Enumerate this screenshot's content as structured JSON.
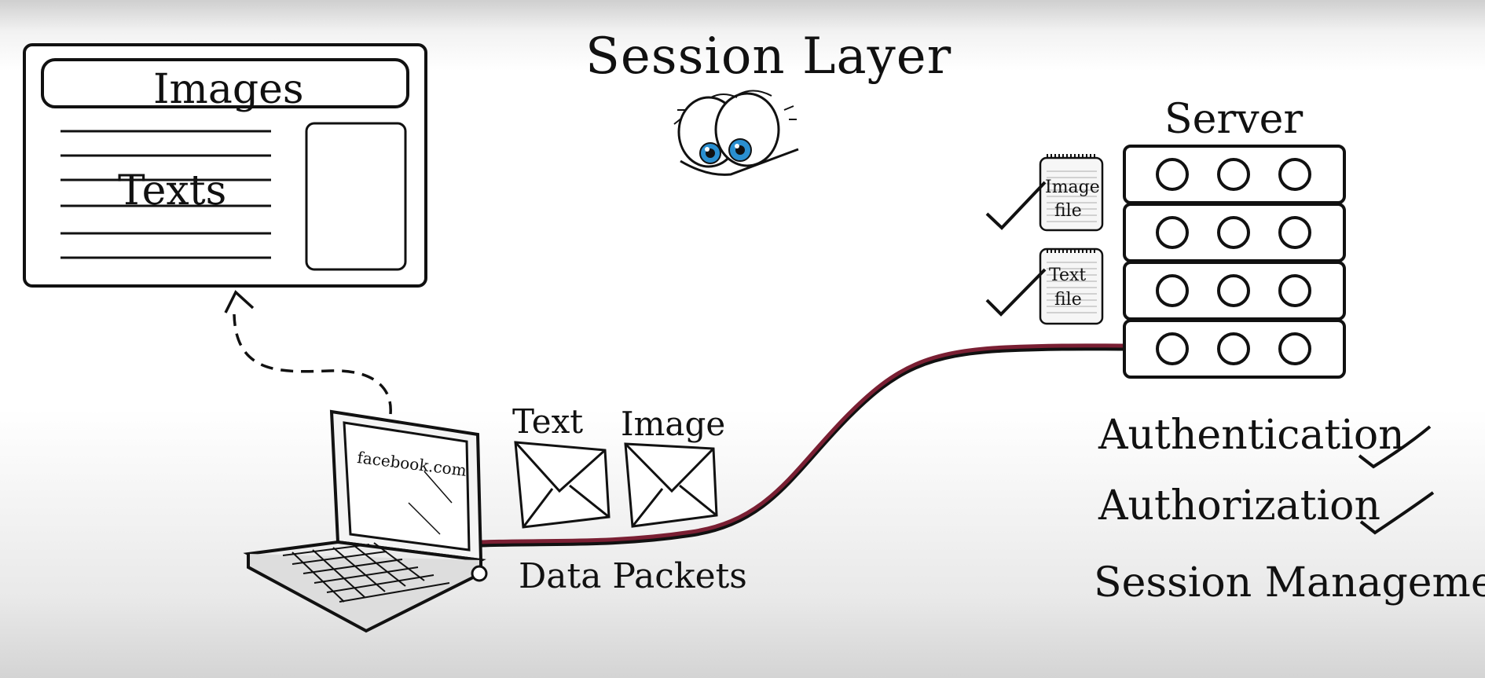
{
  "diagram": {
    "title": "Session Layer",
    "server_label": "Server",
    "webpage": {
      "images_label": "Images",
      "texts_label": "Texts"
    },
    "laptop": {
      "screen_text": "facebook.com"
    },
    "packets": {
      "items": [
        {
          "label": "Text"
        },
        {
          "label": "Image"
        }
      ],
      "caption": "Data Packets"
    },
    "server_files": [
      {
        "line1": "Image",
        "line2": "file",
        "checked": true
      },
      {
        "line1": "Text",
        "line2": "file",
        "checked": true
      }
    ],
    "server_racks": 4,
    "features": [
      {
        "label": "Authentication",
        "checked": true
      },
      {
        "label": "Authorization",
        "checked": true
      },
      {
        "label": "Session Management",
        "checked": false
      }
    ],
    "colors": {
      "cable": "#7a1f33",
      "eyes": "#2a8fd0",
      "ink": "#111111"
    }
  }
}
